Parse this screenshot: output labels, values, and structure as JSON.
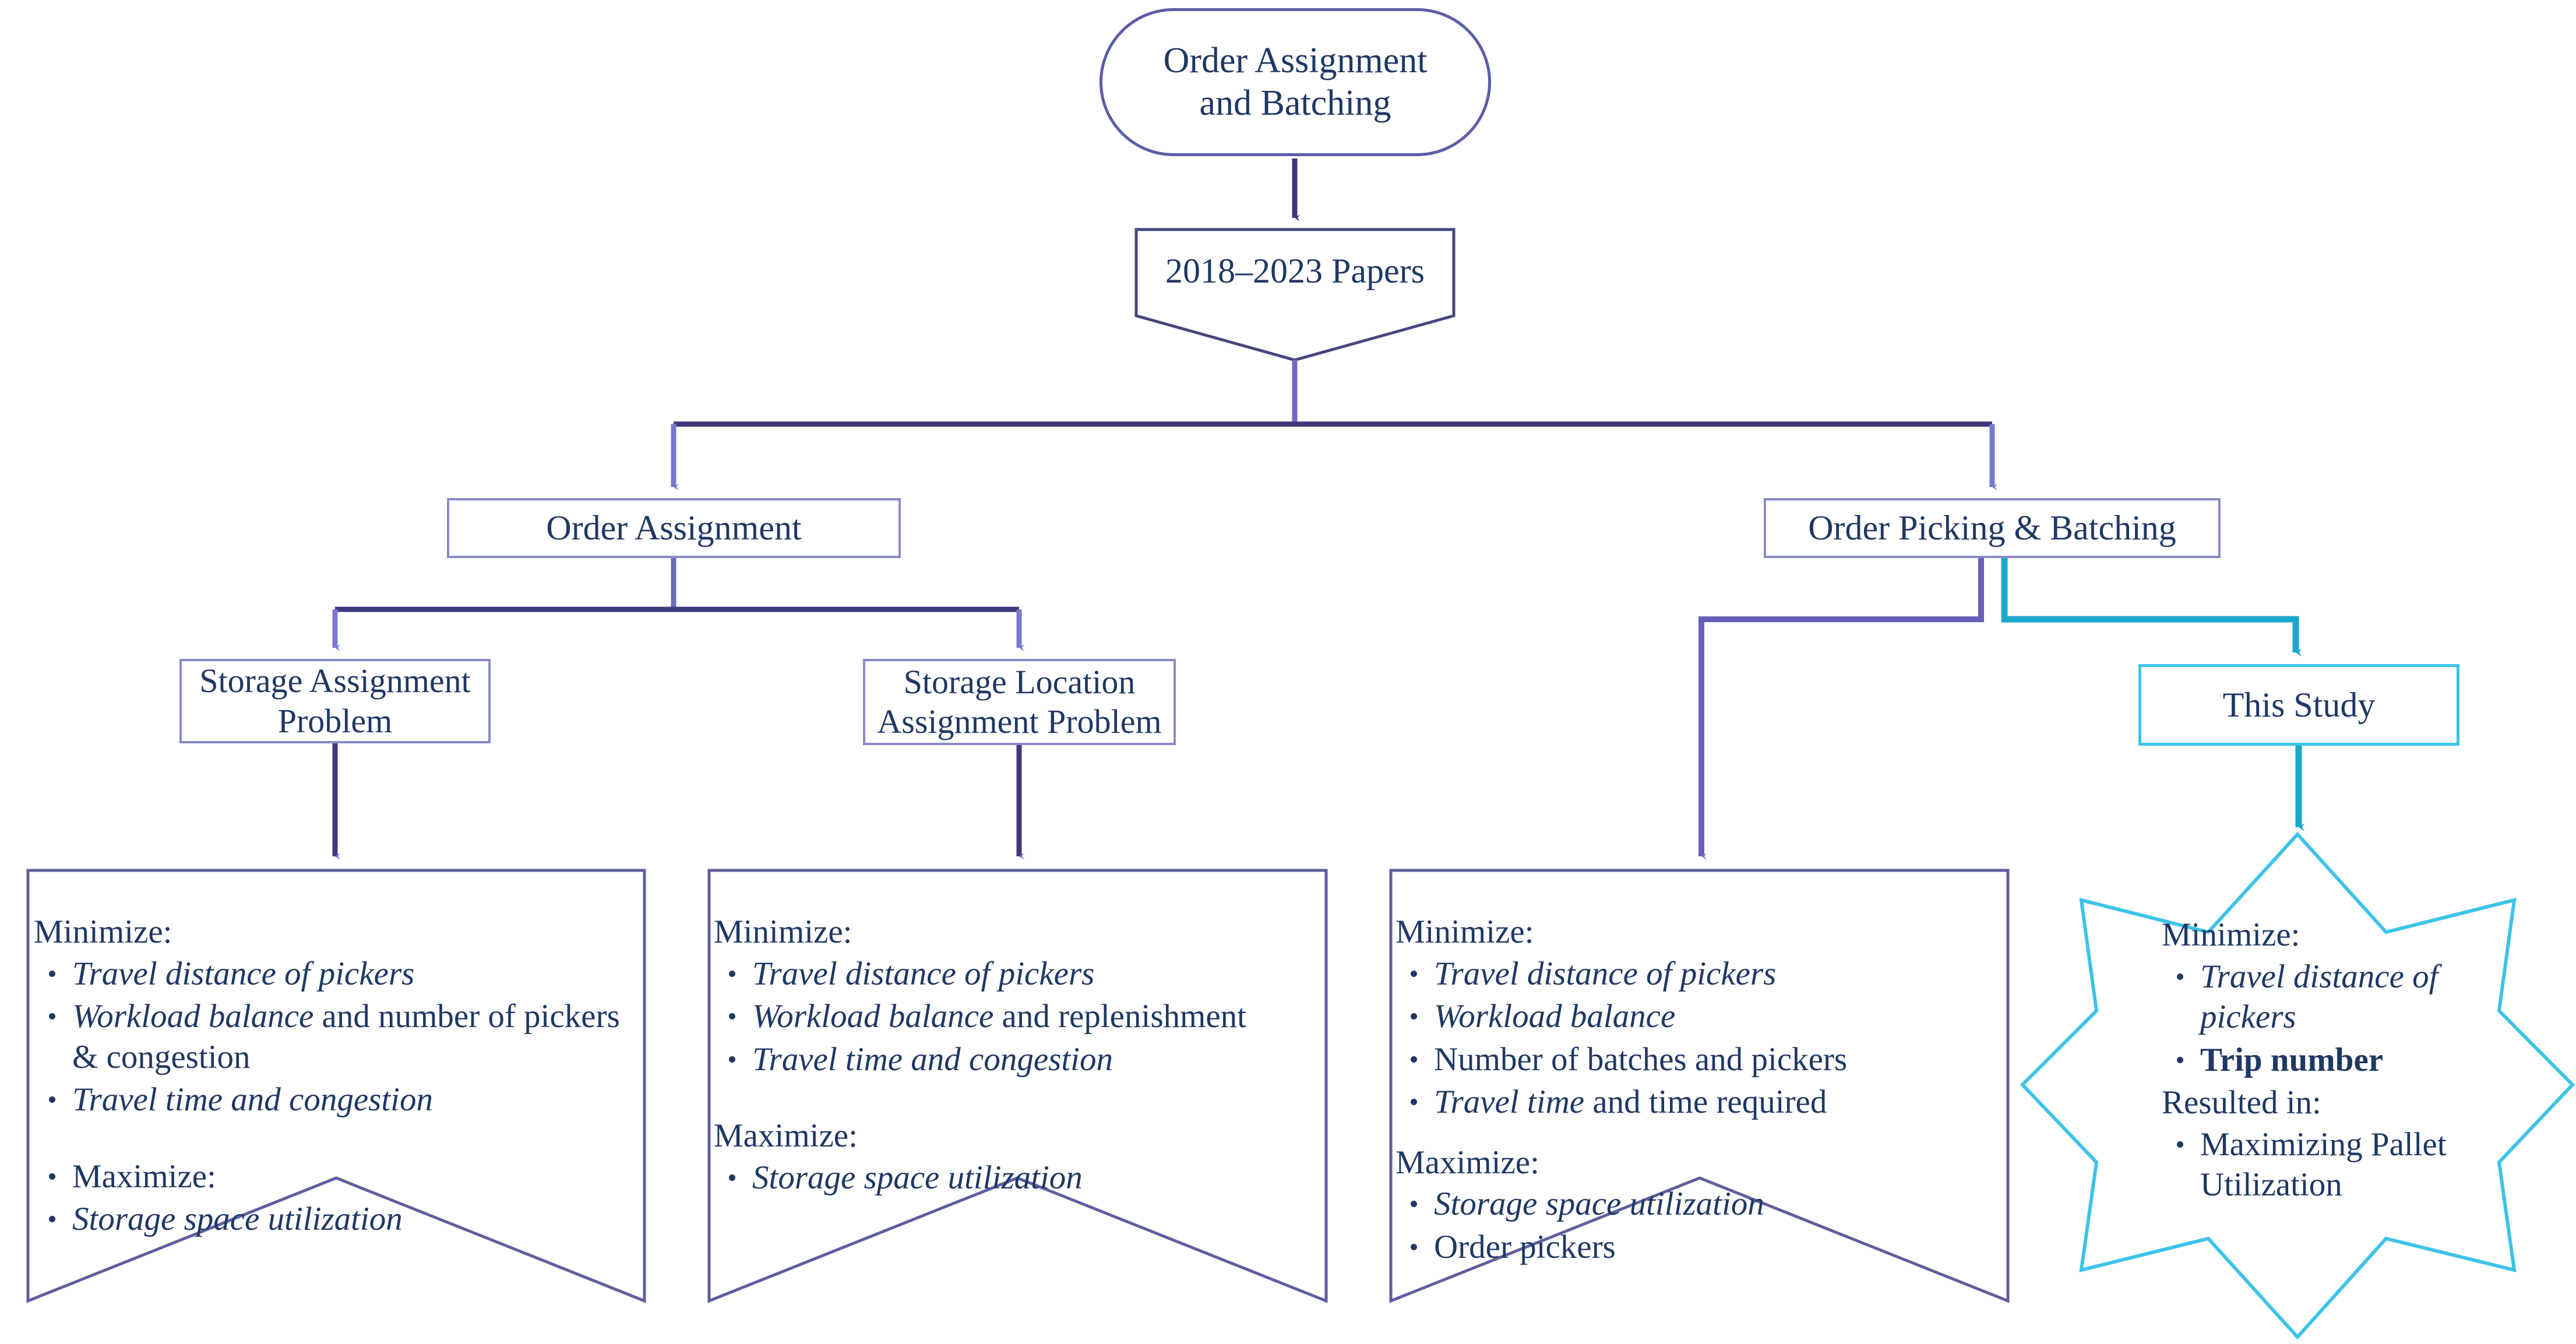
{
  "colors": {
    "text_navy": "#1F3864",
    "purple_border": "#8A8AC8",
    "purple_arrow": "#7B78D0",
    "purple_dark": "#4A3F8F",
    "cyan": "#29B6D8",
    "cyan_light": "#3CC3E8",
    "root_border": "#5B5EA6"
  },
  "nodes": {
    "root": {
      "label": "Order Assignment\nand Batching",
      "line1": "Order Assignment",
      "line2": "and Batching",
      "shape": "stadium"
    },
    "papers": {
      "label": "2018–2023 Papers",
      "shape": "pentagon-down"
    },
    "order_assignment": {
      "label": "Order Assignment",
      "shape": "rect"
    },
    "order_picking_batching": {
      "label": "Order Picking & Batching",
      "shape": "rect"
    },
    "storage_assignment_problem": {
      "line1": "Storage Assignment",
      "line2": "Problem",
      "shape": "rect"
    },
    "storage_location_assignment_problem": {
      "line1": "Storage Location",
      "line2": "Assignment Problem",
      "shape": "rect"
    },
    "this_study": {
      "label": "This Study",
      "shape": "rect"
    }
  },
  "banners": {
    "box1": {
      "minimize_header": "Minimize:",
      "minimize_items": [
        {
          "parts": [
            {
              "t": "Travel distance of pickers",
              "s": "i"
            }
          ]
        },
        {
          "parts": [
            {
              "t": "Workload balance",
              "s": "i"
            },
            {
              "t": " and number of pickers & congestion",
              "s": "n"
            }
          ]
        },
        {
          "parts": [
            {
              "t": "Travel time and congestion",
              "s": "i"
            }
          ]
        }
      ],
      "maximize_header": "Maximize:",
      "maximize_bulleted_header": true,
      "maximize_items": [
        {
          "parts": [
            {
              "t": "Storage space utilization",
              "s": "i"
            }
          ]
        }
      ]
    },
    "box2": {
      "minimize_header": "Minimize:",
      "minimize_items": [
        {
          "parts": [
            {
              "t": "Travel distance of pickers",
              "s": "i"
            }
          ]
        },
        {
          "parts": [
            {
              "t": "Workload balance",
              "s": "i"
            },
            {
              "t": " and replenishment",
              "s": "n"
            }
          ]
        },
        {
          "parts": [
            {
              "t": "Travel time and congestion",
              "s": "i"
            }
          ]
        }
      ],
      "maximize_header": "Maximize:",
      "maximize_bulleted_header": false,
      "maximize_items": [
        {
          "parts": [
            {
              "t": "Storage space utilization",
              "s": "i"
            }
          ]
        }
      ]
    },
    "box3": {
      "minimize_header": "Minimize:",
      "minimize_items": [
        {
          "parts": [
            {
              "t": "Travel distance of pickers",
              "s": "i"
            }
          ]
        },
        {
          "parts": [
            {
              "t": "Workload balance",
              "s": "i"
            }
          ]
        },
        {
          "parts": [
            {
              "t": "Number of batches and pickers",
              "s": "n"
            }
          ]
        },
        {
          "parts": [
            {
              "t": "Travel time",
              "s": "i"
            },
            {
              "t": " and time required",
              "s": "n"
            }
          ]
        }
      ],
      "maximize_header": "Maximize:",
      "maximize_bulleted_header": false,
      "maximize_items": [
        {
          "parts": [
            {
              "t": "Storage space utilization",
              "s": "i"
            }
          ]
        },
        {
          "parts": [
            {
              "t": "Order pickers",
              "s": "n"
            }
          ]
        }
      ]
    },
    "box4": {
      "minimize_header": "Minimize:",
      "minimize_items": [
        {
          "parts": [
            {
              "t": "Travel distance of pickers",
              "s": "i"
            }
          ]
        },
        {
          "parts": [
            {
              "t": "Trip number",
              "s": "b"
            }
          ]
        }
      ],
      "resulted_header": "Resulted in:",
      "resulted_items": [
        {
          "parts": [
            {
              "t": "Maximizing Pallet Utilization",
              "s": "n"
            }
          ]
        }
      ]
    }
  }
}
